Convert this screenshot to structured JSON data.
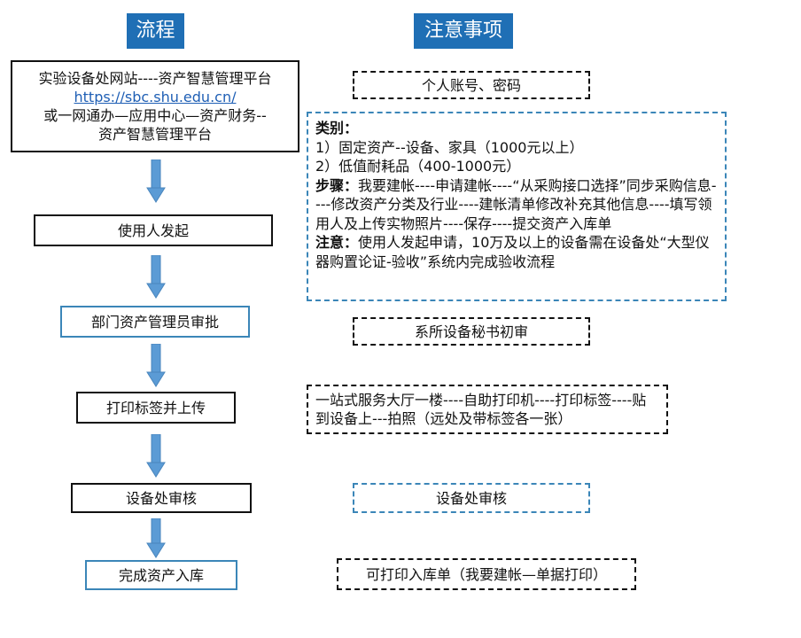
{
  "headers": {
    "left": "流程",
    "right": "注意事项"
  },
  "flow": {
    "step1": {
      "line1": "实验设备处网站----资产智慧管理平台",
      "link": "https://sbc.shu.edu.cn/",
      "line3": "或一网通办—应用中心—资产财务--",
      "line4": "资产智慧管理平台"
    },
    "step2": "使用人发起",
    "step3": "部门资产管理员审批",
    "step4": "打印标签并上传",
    "step5": "设备处审核",
    "step6": "完成资产入库"
  },
  "notes": {
    "account": "个人账号、密码",
    "category_label": "类别：",
    "cat1": "1）固定资产--设备、家具（1000元以上）",
    "cat2": "2）低值耐耗品（400-1000元）",
    "steps_label": "步骤：",
    "steps_text": "我要建帐----申请建帐----“从采购接口选择”同步采购信息----修改资产分类及行业----建帐清单修改补充其他信息----填写领用人及上传实物照片----保存----提交资产入库单",
    "notice_label": "注意：",
    "notice_text": "使用人发起申请，10万及以上的设备需在设备处“大型仪器购置论证-验收”系统内完成验收流程",
    "secretary": "系所设备秘书初审",
    "print": "一站式服务大厅一楼----自助打印机----打印标签----贴到设备上---拍照（远处及带标签各一张）",
    "review": "设备处审核",
    "receipt": "可打印入库单（我要建帐—单据打印）"
  },
  "colors": {
    "header_bg": "#1f6fb5",
    "arrow": "#5b9bd5",
    "blue_border": "#3b86b8"
  }
}
